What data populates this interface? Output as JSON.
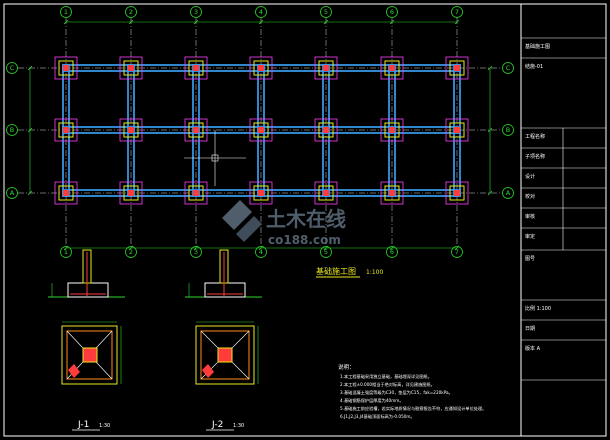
{
  "drawing": {
    "axes_x": [
      "1",
      "2",
      "3",
      "4",
      "5",
      "6",
      "7"
    ],
    "axes_y": [
      "C",
      "B",
      "A"
    ],
    "plan_title": "基础施工图",
    "plan_scale": "1:100",
    "detail_1_label": "J-1",
    "detail_2_label": "J-2",
    "detail_scale": "1:30",
    "notes_heading": "说明：",
    "notes": [
      "1.本工程基础采用独立基础，基础埋深详见图纸。",
      "2.本工程±0.000相当于绝对标高，详见建施图纸。",
      "3.基础混凝土强度等级为C30，垫层为C15，fak=220kPa。",
      "4.基础钢筋保护层厚度为40mm。",
      "5.基础施工前应验槽，若实际地质情况与勘察报告不符，应通知设计单位处理。",
      "6.J1,J2,J3,J4基础顶面标高为-0.050m。"
    ]
  },
  "watermark": {
    "main": "土木在线",
    "sub": "co188.com"
  },
  "title_block": {
    "rows": [
      "基础施工图",
      "结施-01",
      "工程名称",
      "子项名称",
      "设计",
      "校对",
      "审核",
      "审定",
      "图号",
      "比例 1:100",
      "日期",
      "版本 A"
    ]
  },
  "colors": {
    "background": "#000000",
    "frame": "#ffffff",
    "axis_line": "#d4d4d4",
    "beam": "#3ba7ff",
    "column": "#e8e820",
    "foundation": "#ff40ff",
    "dimension": "#2bd92b",
    "rebar": "#ff3b3b",
    "text": "#ffffff",
    "accent_text": "#e8e820",
    "detail_outline": "#ff8c1a",
    "watermark": "#6b7d8f"
  }
}
